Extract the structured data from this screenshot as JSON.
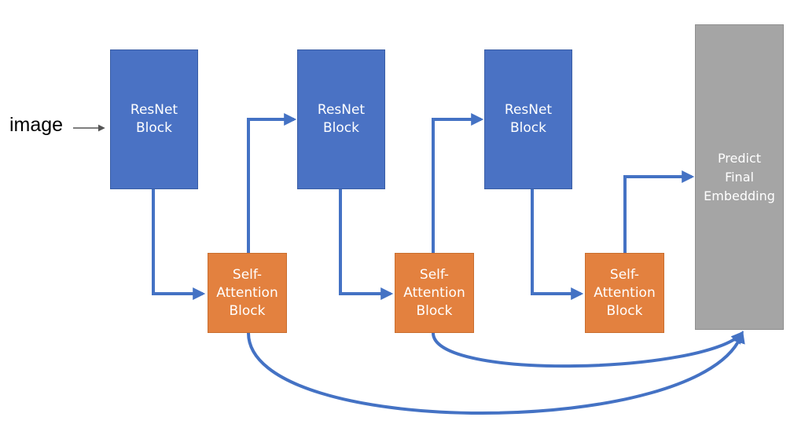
{
  "input": {
    "label": "image"
  },
  "resnet_blocks": [
    {
      "line1": "ResNet",
      "line2": "Block"
    },
    {
      "line1": "ResNet",
      "line2": "Block"
    },
    {
      "line1": "ResNet",
      "line2": "Block"
    }
  ],
  "attention_blocks": [
    {
      "line1": "Self-",
      "line2": "Attention",
      "line3": "Block"
    },
    {
      "line1": "Self-",
      "line2": "Attention",
      "line3": "Block"
    },
    {
      "line1": "Self-",
      "line2": "Attention",
      "line3": "Block"
    }
  ],
  "output": {
    "line1": "Predict",
    "line2": "Final",
    "line3": "Embedding"
  },
  "colors": {
    "resnet": "#4a72c4",
    "attention": "#e3813f",
    "output": "#a5a5a5",
    "connector": "#4472c4",
    "input_arrow": "#555555"
  }
}
